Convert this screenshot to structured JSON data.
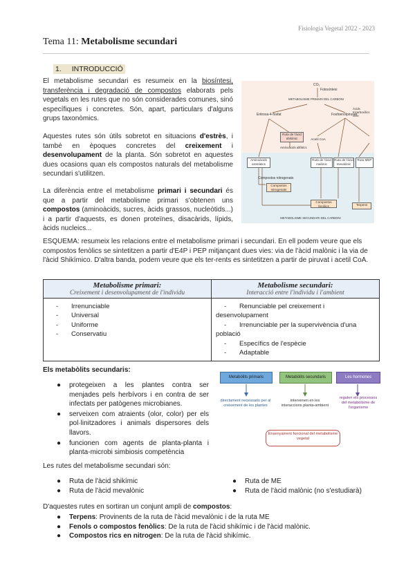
{
  "header": {
    "course": "Fisiologia Vegetal 2022 - 2023"
  },
  "title": {
    "prefix": "Tema 11:",
    "main": "Metabolisme secundari"
  },
  "section1": {
    "number": "1.",
    "label": "INTRODUCCIÓ"
  },
  "intro": {
    "p1_a": "El metabolisme secundari es resumeix en la",
    "p1_u1": "biosíntesi, transferència i degradació de compostos",
    "p1_b": "elaborats pels vegetals en les rutes que no són considerades comunes, sinó específiques i concretes. Són, apart, particulars d'alguns grups taxonòmics.",
    "p2_a": "Aquestes rutes són útils sobretot en situacions",
    "p2_b1": "d'estrès",
    "p2_c": ", i també en èpoques concretes del",
    "p2_b2": "creixement",
    "p2_d": "i",
    "p2_b3": "desenvolupament",
    "p2_e": "de la planta. Són sobretot en aquestes dues ocasions quan els compostos naturals del metabolisme secundari s'utilitzen.",
    "p3_a": "La diferència entre el metabolisme",
    "p3_b1": "primari i secundari",
    "p3_c": "és que a partir del metabolisme primari s'obtenen uns",
    "p3_b2": "compostos",
    "p3_d": "(aminoàcids, sucres, àcids grassos, nucleòtids...) i a partir d'aquests, es donen proteïnes, disacàrids, lípids, àcids nucleics..."
  },
  "diagram": {
    "top_1": "CO₂",
    "top_2": "Fotosíntesi",
    "primary_label": "METABOLISME PRIMARI DEL CARBONI",
    "left_1": "Eritrosa-4-fosfat",
    "right_1": "Fosfoenolpiruvat",
    "far_right": "Àcids tricarboxílics cicle",
    "shik": "Ruta de l'àcid shikímic",
    "malo": "Ruta de l'àcid malònic",
    "mev": "Ruta de l'àcid mevalònic",
    "mep": "Ruta MEP",
    "aa": "Aminoàcids aromàtics",
    "n": "Compostos nitrogenats",
    "ph": "Compostos fenòlics",
    "ter": "Terpens",
    "ac": "Acetil CoA",
    "nfree": "Aminoàcids alifàtics",
    "bottom_label": "METABOLISME SECUNDARI DEL CARBONI"
  },
  "esquema": {
    "text": "ESQUEMA: resumeix les relacions entre el metabolisme primari i secundari. En ell podem veure que els compostos fenòlics se sintetitzen a partir d'E4P i PEP mitjançant dues vies: via de l'àcid malònic i la via de l'àcid Shikímico. D'altra banda, podem veure que els ter-rents es sintetitzen a partir de piruvat i acetil CoA."
  },
  "table": {
    "col1_title": "Metabolisme primari:",
    "col1_sub": "Creixement i desenvolupament de l'individu",
    "col2_title": "Metabolisme secundari:",
    "col2_sub": "Interacció entre l'individu i l'ambient",
    "col1_items": [
      "Irrenunciable",
      "Universal",
      "Uniforme",
      "Conservatiu"
    ],
    "col2_items": [
      "Renunciable pel creixement i desenvolupament",
      "Irrenunciable per la supervivència d'una població",
      "Específics de l'espècie",
      "Adaptable"
    ],
    "dash": "-"
  },
  "secondary": {
    "heading": "Els metabòlits secundaris:",
    "items": [
      "protegeixen a les plantes contra ser menjades pels herbívors i en contra de ser infectats per patògenes microbianes.",
      "serveixen com atraients (olor, color) per els pol·linitzadores i animals dispersores dels llavors.",
      "funcionen com agents de planta-planta i planta-microbi simbiosis competència"
    ]
  },
  "mini": {
    "b1": "Metabòlits primaris",
    "b2": "Metabòlits secundaris",
    "b3": "Les hormones",
    "t1": "directament necessaris per al creixement de les plantes",
    "t2": "intervenen en les interaccions planta-ambient",
    "t3": "regulen els processos del metabolisme de l'organisme",
    "bottom": "Ensenyament funcional del metabolisme vegetal",
    "c1": "#6fa8dc",
    "c2": "#93c47d",
    "c3": "#8e7cc3"
  },
  "routes": {
    "heading": "Les rutes del metabolisme secundari són:",
    "left": [
      "Ruta de l'àcid shikímic",
      "Ruta de l'àcid mevalònic"
    ],
    "right": [
      "Ruta de ME",
      "Ruta de l'àcid malònic (no s'estudiarà)"
    ]
  },
  "compounds": {
    "intro_a": "D'aquestes rutes en sortiran un conjunt ampli de",
    "intro_b": "compostos",
    "intro_c": ":",
    "items": [
      {
        "b": "Terpens",
        "t": ": Provinents de la ruta de l'àcid mevalònic i de la ruta ME"
      },
      {
        "b": "Fenols o compostos fenòlics",
        "t": ": De la ruta de l'àcid shikímic i de l'àcid malònic."
      },
      {
        "b": "Compostos rics en nitrogen",
        "t": ": De la ruta de l'àcid shikímic."
      }
    ]
  },
  "bullet": "●"
}
